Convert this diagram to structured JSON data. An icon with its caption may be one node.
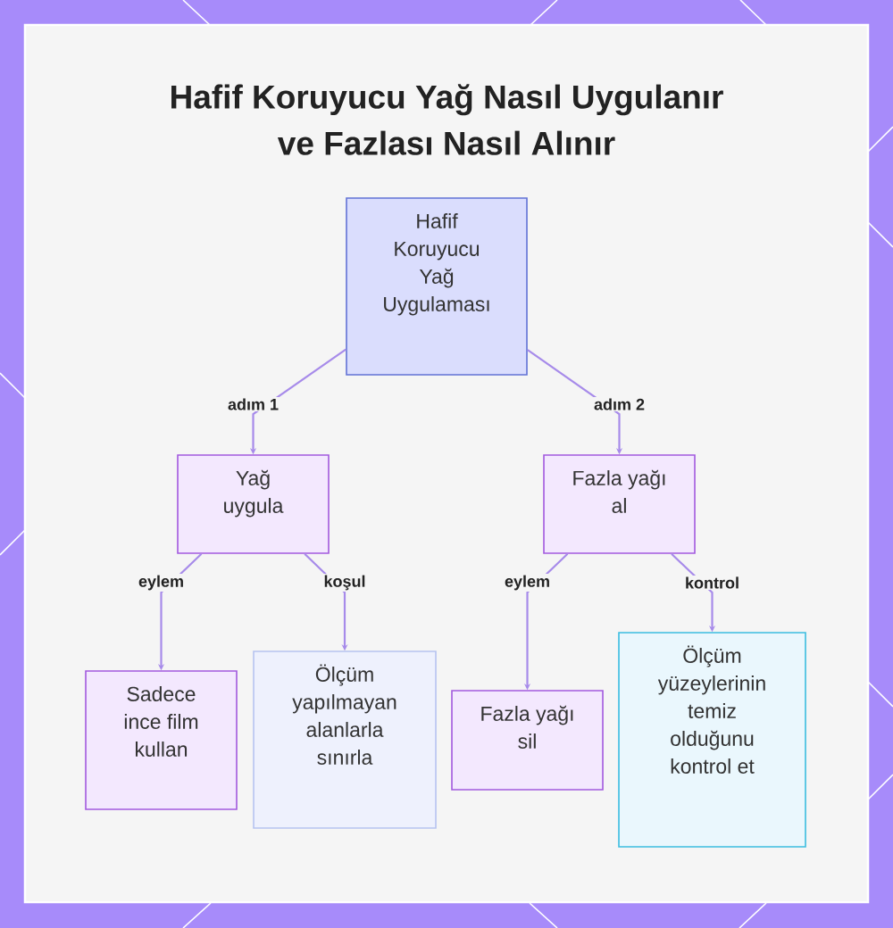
{
  "diagram": {
    "title": "Hafif Koruyucu Yağ Nasıl Uygulanır ve Fazlası Nasıl Alınır",
    "nodes": [
      {
        "text": [
          "Hafif Koruyucu Yağ Uygulaması"
        ]
      },
      {
        "text": [
          "Yağ uygula"
        ]
      },
      {
        "text": [
          "Fazla yağı al"
        ]
      },
      {
        "text": [
          "Sadece ince film kullan"
        ]
      },
      {
        "text": [
          "Ölçüm yapılmayan alanlarla sınırla"
        ]
      },
      {
        "text": [
          "Fazla yağı sil"
        ]
      },
      {
        "text": [
          "Ölçüm yüzeylerinin temiz olduğunu kontrol et"
        ]
      }
    ],
    "edges": [
      {
        "from": 0,
        "to": 1,
        "arrow": "to",
        "label": "adım 1"
      },
      {
        "from": 0,
        "to": 2,
        "arrow": "to",
        "label": "adım 2"
      },
      {
        "from": 1,
        "to": 3,
        "arrow": "to",
        "label": "eylem"
      },
      {
        "from": 1,
        "to": 4,
        "arrow": "to",
        "label": "koşul"
      },
      {
        "from": 2,
        "to": 5,
        "arrow": "to",
        "label": "eylem"
      },
      {
        "from": 2,
        "to": 6,
        "arrow": "to",
        "label": "kontrol"
      }
    ]
  }
}
